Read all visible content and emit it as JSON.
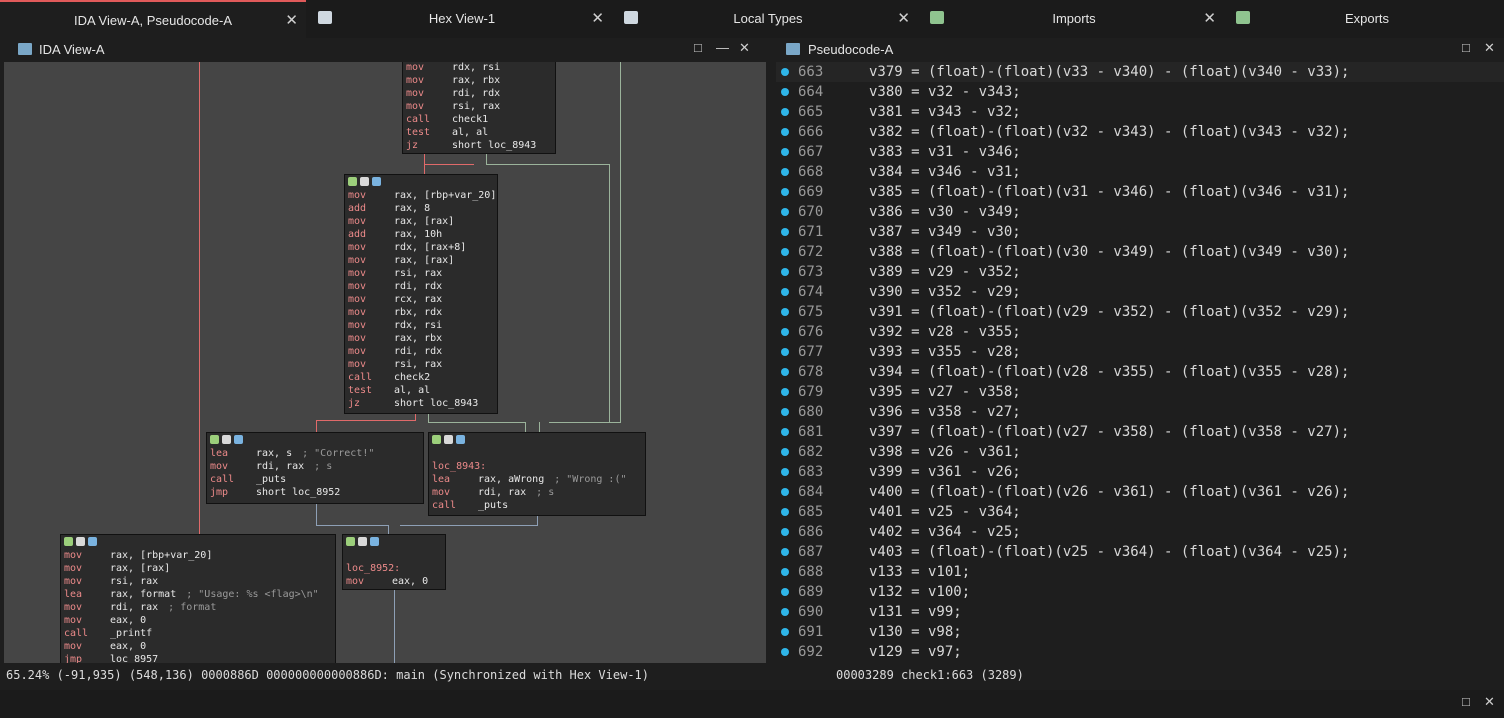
{
  "tabs": [
    {
      "label": "IDA View-A, Pseudocode-A",
      "close": "✕"
    },
    {
      "label": "Hex View-1",
      "close": "✕"
    },
    {
      "label": "Local Types",
      "close": "✕"
    },
    {
      "label": "Imports",
      "close": "✕"
    },
    {
      "label": "Exports"
    }
  ],
  "left_pane": {
    "title": "IDA View-A"
  },
  "right_pane": {
    "title": "Pseudocode-A"
  },
  "pane_controls": {
    "restore": "□",
    "minimize": "—",
    "close": "✕"
  },
  "blocks": {
    "top": [
      [
        "mov",
        "rdx, rsi"
      ],
      [
        "mov",
        "rax, rbx"
      ],
      [
        "mov",
        "rdi, rdx"
      ],
      [
        "mov",
        "rsi, rax"
      ],
      [
        "call",
        "check1"
      ],
      [
        "test",
        "al, al"
      ],
      [
        "jz",
        "short loc_8943"
      ]
    ],
    "middle": [
      [
        "mov",
        "rax, [rbp+var_20]"
      ],
      [
        "add",
        "rax, 8"
      ],
      [
        "mov",
        "rax, [rax]"
      ],
      [
        "add",
        "rax, 10h"
      ],
      [
        "mov",
        "rdx, [rax+8]"
      ],
      [
        "mov",
        "rax, [rax]"
      ],
      [
        "mov",
        "rsi, rax"
      ],
      [
        "mov",
        "rdi, rdx"
      ],
      [
        "mov",
        "rcx, rax"
      ],
      [
        "mov",
        "rbx, rdx"
      ],
      [
        "mov",
        "rdx, rsi"
      ],
      [
        "mov",
        "rax, rbx"
      ],
      [
        "mov",
        "rdi, rdx"
      ],
      [
        "mov",
        "rsi, rax"
      ],
      [
        "call",
        "check2"
      ],
      [
        "test",
        "al, al"
      ],
      [
        "jz",
        "short loc_8943"
      ]
    ],
    "correct": [
      [
        "lea",
        "rax, s",
        "; \"Correct!\""
      ],
      [
        "mov",
        "rdi, rax",
        "; s"
      ],
      [
        "call",
        "_puts",
        ""
      ],
      [
        "jmp",
        "short loc_8952",
        ""
      ]
    ],
    "wrong_label": "loc_8943:",
    "wrong": [
      [
        "lea",
        "rax, aWrong",
        "; \"Wrong :(\""
      ],
      [
        "mov",
        "rdi, rax",
        "; s"
      ],
      [
        "call",
        "_puts",
        ""
      ]
    ],
    "usage": [
      [
        "mov",
        "rax, [rbp+var_20]",
        ""
      ],
      [
        "mov",
        "rax, [rax]",
        ""
      ],
      [
        "mov",
        "rsi, rax",
        ""
      ],
      [
        "lea",
        "rax, format",
        "; \"Usage: %s <flag>\\n\""
      ],
      [
        "mov",
        "rdi, rax",
        "; format"
      ],
      [
        "mov",
        "eax, 0",
        ""
      ],
      [
        "call",
        "_printf",
        ""
      ],
      [
        "mov",
        "eax, 0",
        ""
      ],
      [
        "jmp",
        "loc_8957",
        ""
      ]
    ],
    "end_label": "loc_8952:",
    "end": [
      [
        "mov",
        "eax, 0"
      ]
    ]
  },
  "code_lines": [
    {
      "n": "663",
      "t": "v379 = (float)-(float)(v33 - v340) - (float)(v340 - v33);"
    },
    {
      "n": "664",
      "t": "v380 = v32 - v343;"
    },
    {
      "n": "665",
      "t": "v381 = v343 - v32;"
    },
    {
      "n": "666",
      "t": "v382 = (float)-(float)(v32 - v343) - (float)(v343 - v32);"
    },
    {
      "n": "667",
      "t": "v383 = v31 - v346;"
    },
    {
      "n": "668",
      "t": "v384 = v346 - v31;"
    },
    {
      "n": "669",
      "t": "v385 = (float)-(float)(v31 - v346) - (float)(v346 - v31);"
    },
    {
      "n": "670",
      "t": "v386 = v30 - v349;"
    },
    {
      "n": "671",
      "t": "v387 = v349 - v30;"
    },
    {
      "n": "672",
      "t": "v388 = (float)-(float)(v30 - v349) - (float)(v349 - v30);"
    },
    {
      "n": "673",
      "t": "v389 = v29 - v352;"
    },
    {
      "n": "674",
      "t": "v390 = v352 - v29;"
    },
    {
      "n": "675",
      "t": "v391 = (float)-(float)(v29 - v352) - (float)(v352 - v29);"
    },
    {
      "n": "676",
      "t": "v392 = v28 - v355;"
    },
    {
      "n": "677",
      "t": "v393 = v355 - v28;"
    },
    {
      "n": "678",
      "t": "v394 = (float)-(float)(v28 - v355) - (float)(v355 - v28);"
    },
    {
      "n": "679",
      "t": "v395 = v27 - v358;"
    },
    {
      "n": "680",
      "t": "v396 = v358 - v27;"
    },
    {
      "n": "681",
      "t": "v397 = (float)-(float)(v27 - v358) - (float)(v358 - v27);"
    },
    {
      "n": "682",
      "t": "v398 = v26 - v361;"
    },
    {
      "n": "683",
      "t": "v399 = v361 - v26;"
    },
    {
      "n": "684",
      "t": "v400 = (float)-(float)(v26 - v361) - (float)(v361 - v26);"
    },
    {
      "n": "685",
      "t": "v401 = v25 - v364;"
    },
    {
      "n": "686",
      "t": "v402 = v364 - v25;"
    },
    {
      "n": "687",
      "t": "v403 = (float)-(float)(v25 - v364) - (float)(v364 - v25);"
    },
    {
      "n": "688",
      "t": "v133 = v101;"
    },
    {
      "n": "689",
      "t": "v132 = v100;"
    },
    {
      "n": "690",
      "t": "v131 = v99;"
    },
    {
      "n": "691",
      "t": "v130 = v98;"
    },
    {
      "n": "692",
      "t": "v129 = v97;"
    }
  ],
  "status": {
    "left": "65.24% (-91,935) (548,136) 0000886D 000000000000886D: main (Synchronized with Hex View-1)",
    "right": "00003289 check1:663 (3289)"
  },
  "colors": {
    "accent": "#e05a5a",
    "breakpoint": "#2fb5e8",
    "edge_red": "#e06a6a",
    "edge_green": "#9bb39b"
  }
}
